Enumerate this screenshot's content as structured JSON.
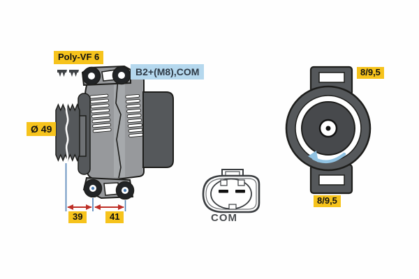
{
  "side_view": {
    "belt_type_label": "Poly-VF 6",
    "terminal_label": "B2+(M8),COM",
    "pulley_diameter_label": "Ø 49",
    "dimension_left": "39",
    "dimension_right": "41"
  },
  "connector": {
    "label": "COM",
    "pin_count": 2
  },
  "rear_view": {
    "top_mount_label": "8/9,5",
    "bottom_mount_label": "8/9,5"
  },
  "icons": {
    "belt_profile": "v-ribbed-belt-cross-section",
    "rotation_arrow": "counterclockwise-rotation-arrow",
    "dimension_arrow": "double-headed-red-arrow"
  },
  "colors": {
    "label_yellow_bg": "#F6C31C",
    "label_yellow_text": "#111111",
    "terminal_label_bg": "#B5D8EE",
    "terminal_label_text": "#2E3A46",
    "dimension_line": "#4D7FB5",
    "dimension_arrow": "#BE2E26",
    "rotation_arrow": "#90C2E2",
    "body_gray": "#97999C",
    "body_light": "#A6A9AC",
    "body_dark": "#55585B",
    "inner_disc": "#47494C",
    "outline": "#1D1D1B"
  }
}
